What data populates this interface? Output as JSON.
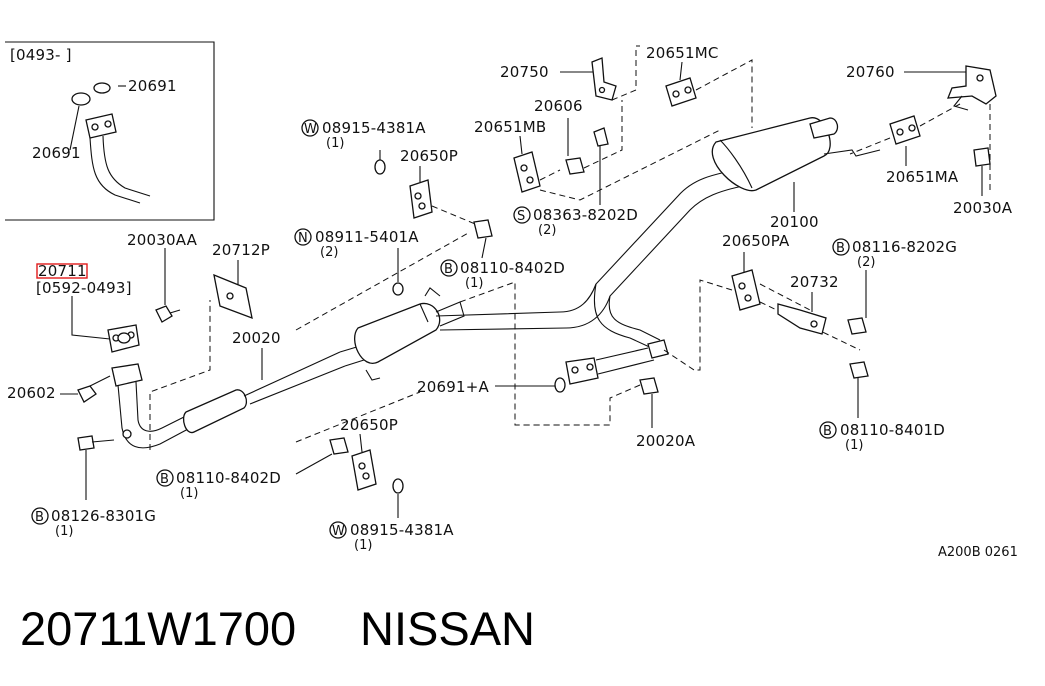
{
  "inset": {
    "range": "[0493-     ]",
    "part_a": "20691",
    "part_b": "20691"
  },
  "parts": {
    "p20711": "20711",
    "p20711_range": "[0592-0493]",
    "p20030AA": "20030AA",
    "p20712P": "20712P",
    "p20020": "20020",
    "p20602": "20602",
    "p08126_8301G": "08126-8301G",
    "p08126_qty": "(1)",
    "p08110_8402D_low": "08110-8402D",
    "p08110_8402D_low_qty": "(1)",
    "p20650P_low": "20650P",
    "p08915_4381A_low": "08915-4381A",
    "p08915_4381A_low_qty": "(1)",
    "p08915_4381A_top": "08915-4381A",
    "p08915_4381A_top_qty": "(1)",
    "p20650P_top": "20650P",
    "p08911_5401A": "08911-5401A",
    "p08911_qty": "(2)",
    "p08110_8402D_mid": "08110-8402D",
    "p08110_8402D_mid_qty": "(1)",
    "p20750": "20750",
    "p20651MC": "20651MC",
    "p20606": "20606",
    "p20651MB": "20651MB",
    "p08363_8202D": "08363-8202D",
    "p08363_qty": "(2)",
    "p20760": "20760",
    "p20651MA": "20651MA",
    "p20030A": "20030A",
    "p20100": "20100",
    "p20650PA": "20650PA",
    "p08116_8202G": "08116-8202G",
    "p08116_qty": "(2)",
    "p20732": "20732",
    "p20691A": "20691+A",
    "p20020A": "20020A",
    "p08110_8401D": "08110-8401D",
    "p08110_8401D_qty": "(1)"
  },
  "markers": {
    "W": "W",
    "N": "N",
    "B": "B",
    "S": "S"
  },
  "figure_ref": "A200B 0261",
  "caption": {
    "part_number": "20711W1700",
    "brand": "NISSAN"
  },
  "colors": {
    "highlight": "#e21b1b",
    "ink": "#111111"
  }
}
